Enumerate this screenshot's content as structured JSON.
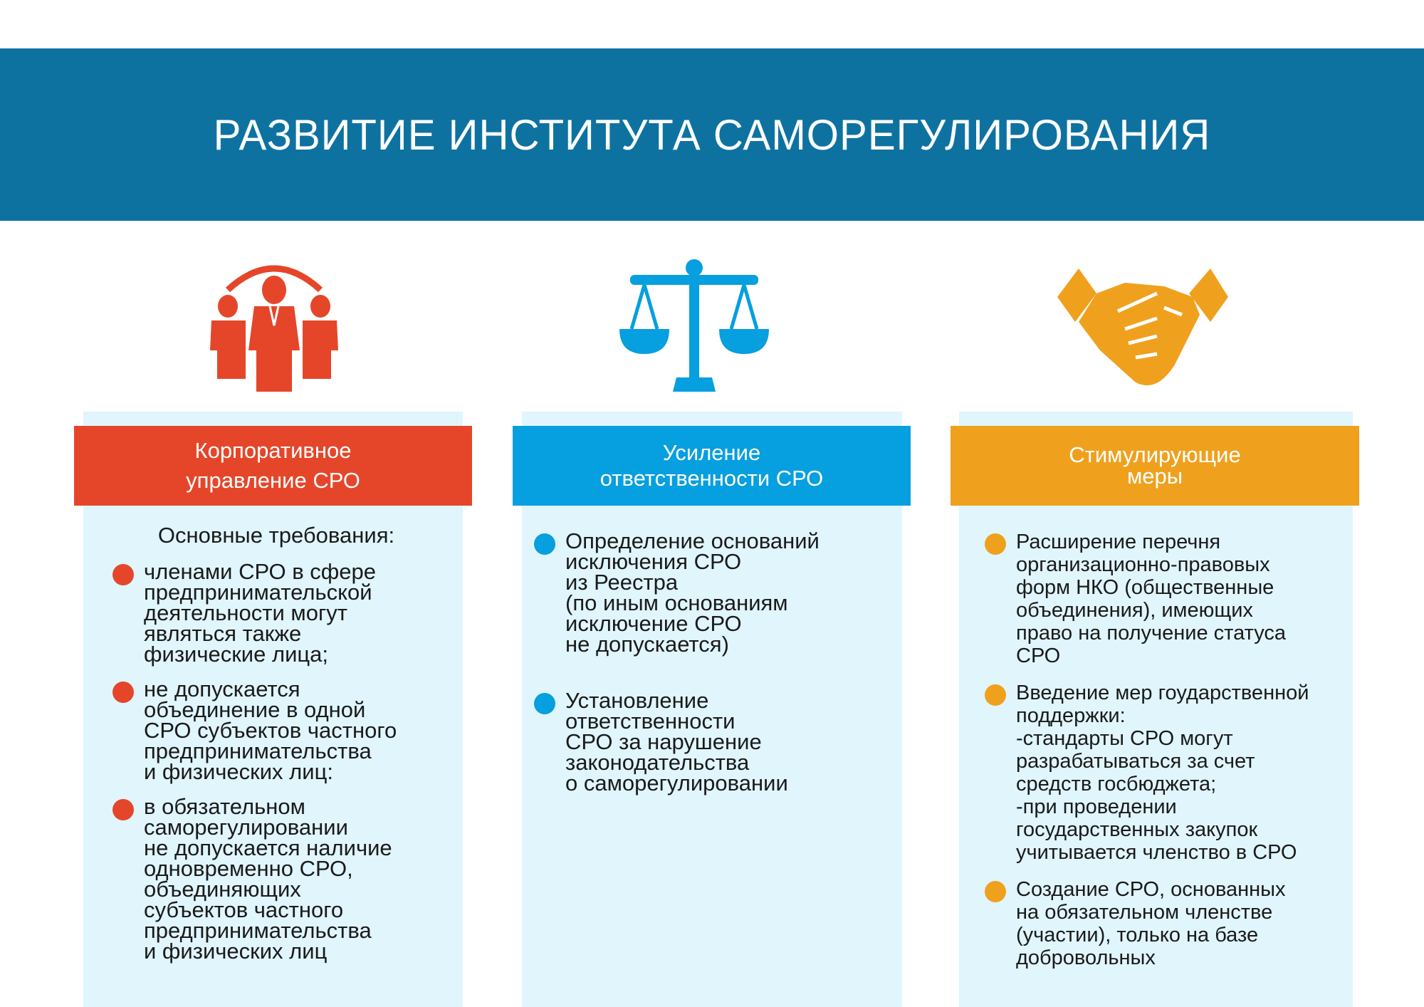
{
  "title": "РАЗВИТИЕ ИНСТИТУТА САМОРЕГУЛИРОВАНИЯ",
  "colors": {
    "band": "#0e72a0",
    "red": "#e5462a",
    "blue": "#069fdf",
    "orange": "#efa11e",
    "panel": "#e0f5fc"
  },
  "columns": [
    {
      "icon": "people-icon",
      "heading_line1": "Корпоративное",
      "heading_line2": "управление СРО",
      "lead": "Основные требования:",
      "items": [
        "членами СРО в сфере\nпредпринимательской\nдеятельности могут\nявляться  также\nфизические лица;",
        "не допускается\nобъединение в  одной\nСРО субъектов частного\nпредпринимательства\nи  физических лиц:",
        "в обязательном\nсаморегулировании\nне допускается наличие\nодновременно СРО,\nобъединяющих\nсубъектов частного\nпредпринимательства\nи  физических лиц"
      ]
    },
    {
      "icon": "scales-icon",
      "heading_line1": "Усиление",
      "heading_line2": "ответственности СРО",
      "items": [
        "Определение оснований\nисключения СРО\nиз Реестра\n(по иным основаниям\nисключение СРО\nне  допускается)",
        "Установление\nответственности\nСРО за нарушение\nзаконодательства\nо саморегулировании"
      ]
    },
    {
      "icon": "handshake-icon",
      "heading_line1": "Стимулирующие",
      "heading_line2": "меры",
      "items": [
        "Расширение перечня\nорганизационно-правовых\nформ НКО (общественные\nобъединения), имеющих\nправо  на получение статуса\nСРО",
        "Введение мер гоударственной\nподдержки:\n-стандарты СРО могут\nразрабатываться за счет\nсредств госбюджета;\n-при проведении\nгосударственных закупок\nучитывается членство в СРО",
        "Создание СРО, основанных\nна обязательном членстве\n(участии), только на базе\nдобровольных"
      ]
    }
  ]
}
